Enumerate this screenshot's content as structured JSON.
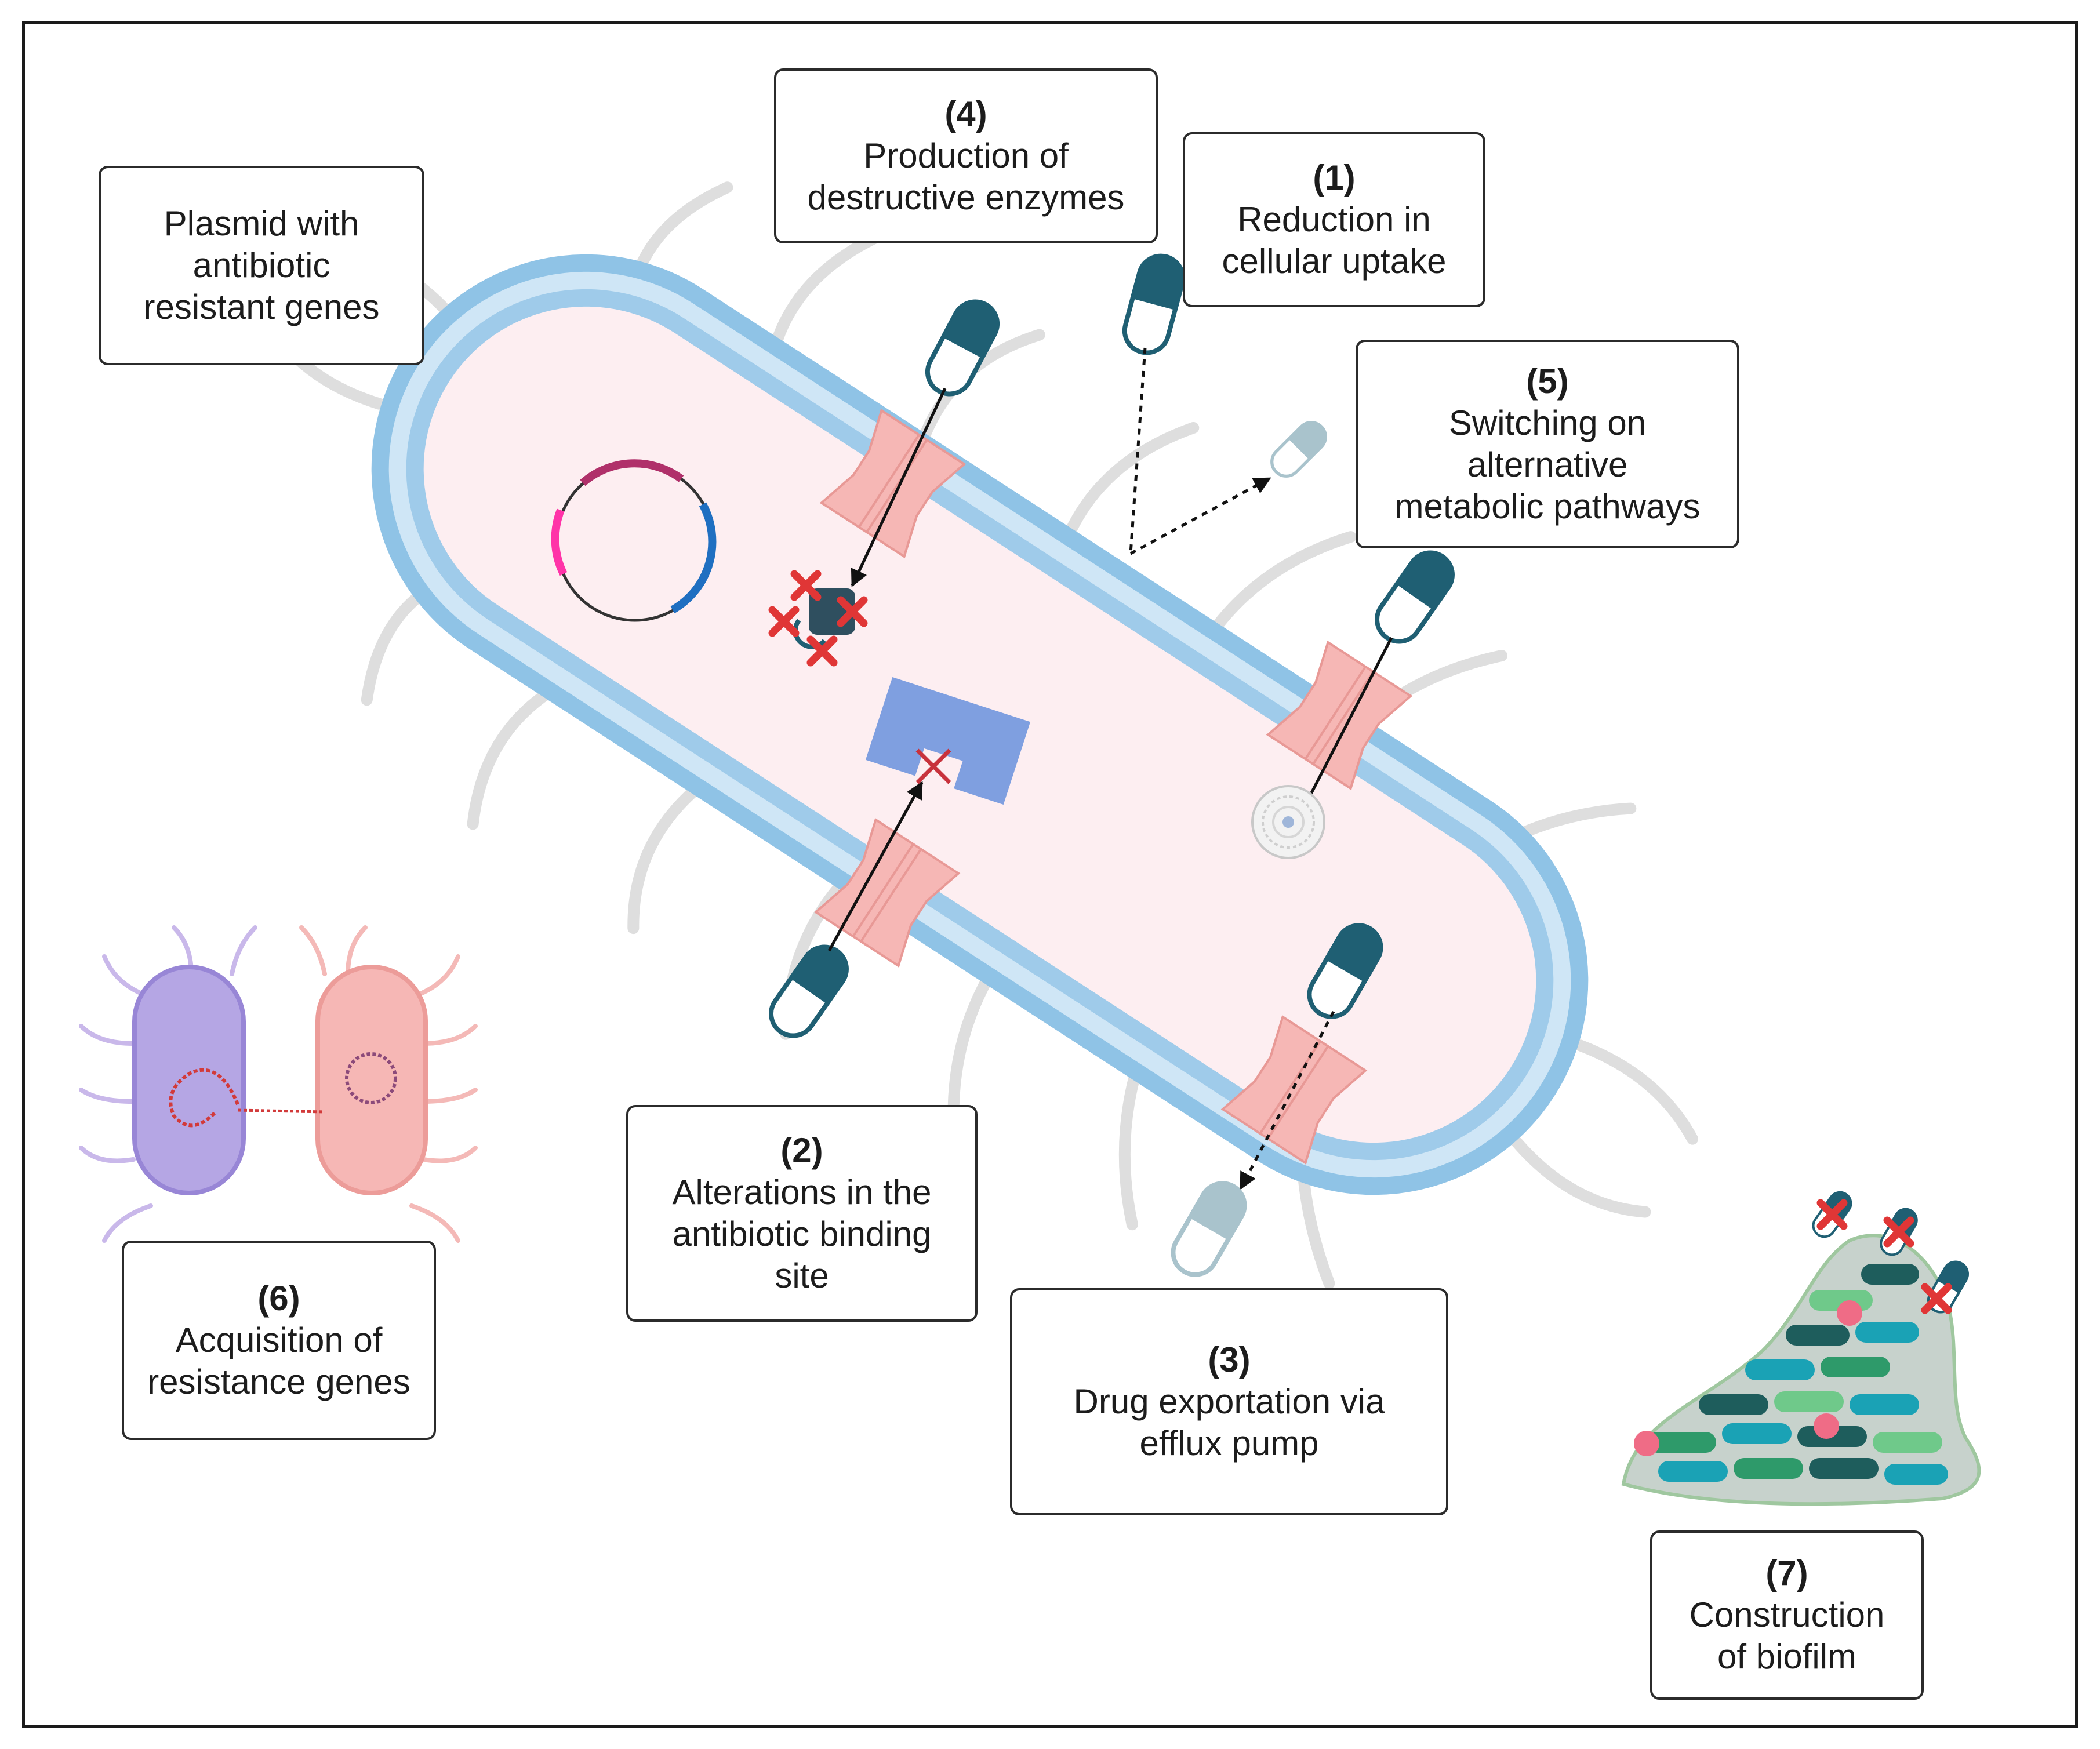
{
  "labels": {
    "plasmid": {
      "line1": "Plasmid with",
      "line2": "antibiotic",
      "line3": "resistant genes"
    },
    "enzymes": {
      "number": "(4)",
      "line1": "Production of",
      "line2": "destructive enzymes"
    },
    "uptake": {
      "number": "(1)",
      "line1": "Reduction in",
      "line2": "cellular uptake"
    },
    "pathways": {
      "number": "(5)",
      "line1": "Switching on",
      "line2": "alternative",
      "line3": "metabolic pathways"
    },
    "binding": {
      "number": "(2)",
      "line1": "Alterations in the",
      "line2": "antibiotic binding",
      "line3": "site"
    },
    "efflux": {
      "number": "(3)",
      "line1": "Drug exportation via",
      "line2": "efflux pump"
    },
    "acquisition": {
      "number": "(6)",
      "line1": "Acquisition of",
      "line2": "resistance genes"
    },
    "biofilm": {
      "number": "(7)",
      "line1": "Construction",
      "line2": "of biofilm"
    }
  },
  "colors": {
    "membrane_outer": "#8fc3e6",
    "membrane_inner": "#cfe6f6",
    "cytoplasm": "#fdeef1",
    "porin": "#f6b7b5",
    "capsule_dark": "#1f5f73",
    "capsule_faded": "#a9c3cc",
    "target_block": "#7f9fe0",
    "cross": "#e03636",
    "flagella": "#dedede"
  }
}
